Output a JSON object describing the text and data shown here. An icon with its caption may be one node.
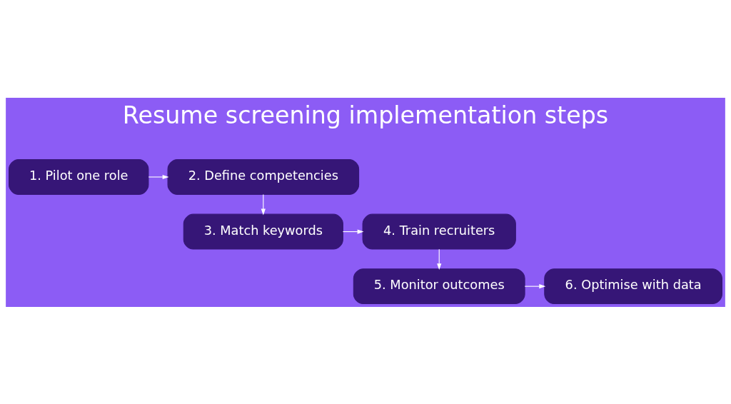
{
  "diagram": {
    "title": "Resume screening implementation steps",
    "nodes": [
      {
        "text": [
          "1. Pilot one role"
        ]
      },
      {
        "text": [
          "2. Define competencies"
        ]
      },
      {
        "text": [
          "3. Match keywords"
        ]
      },
      {
        "text": [
          "4. Train recruiters"
        ]
      },
      {
        "text": [
          "5. Monitor outcomes"
        ]
      },
      {
        "text": [
          "6. Optimise with data"
        ]
      }
    ],
    "edges": [
      {
        "from": 0,
        "to": 1,
        "arrow": "to"
      },
      {
        "from": 1,
        "to": 2,
        "arrow": "to"
      },
      {
        "from": 2,
        "to": 3,
        "arrow": "to"
      },
      {
        "from": 3,
        "to": 4,
        "arrow": "to"
      },
      {
        "from": 4,
        "to": 5,
        "arrow": "to"
      }
    ]
  }
}
